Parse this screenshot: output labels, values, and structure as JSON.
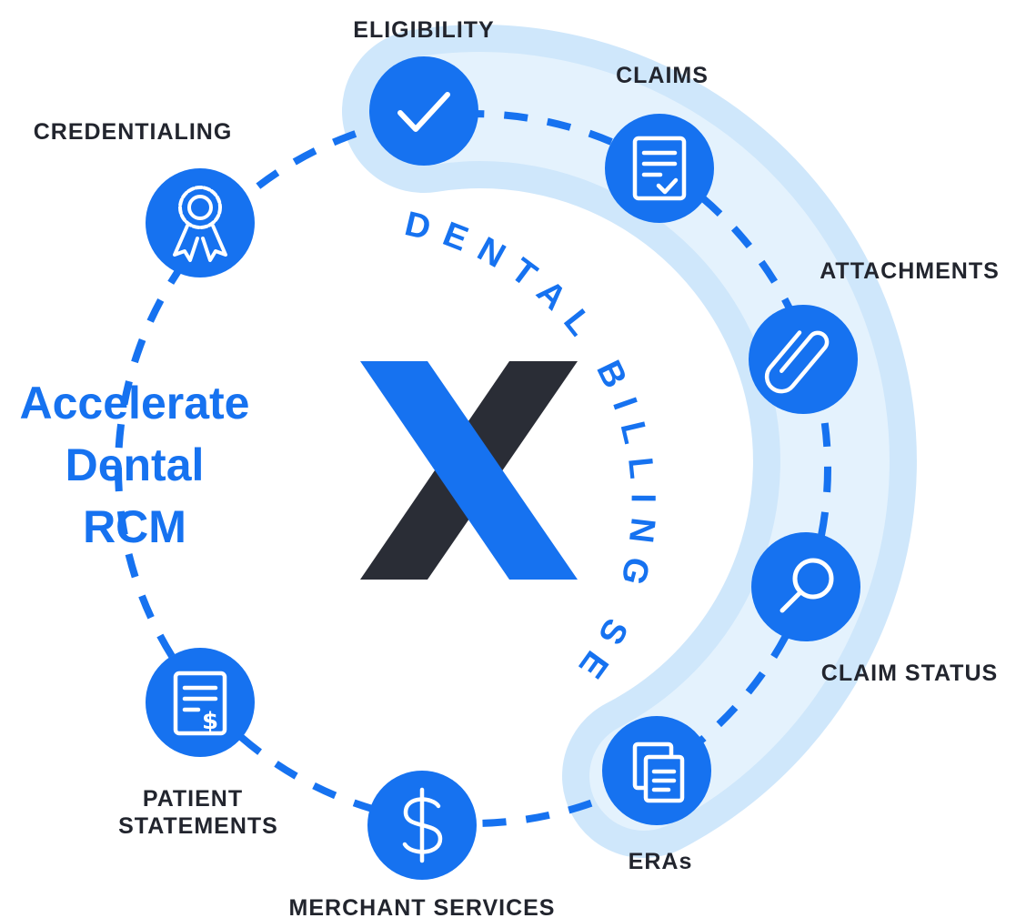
{
  "colors": {
    "accent": "#1672f0",
    "glow": "#cfe7fb",
    "dark": "#2a2d36",
    "label": "#22252e"
  },
  "arc_title": "DENTAL BILLING SERVICES",
  "headline": {
    "line1": "Accelerate",
    "line2": "Dental",
    "line3": "RCM"
  },
  "nodes": {
    "eligibility": {
      "label": "ELIGIBILITY",
      "icon": "checkmark-icon"
    },
    "claims": {
      "label": "CLAIMS",
      "icon": "document-check-icon"
    },
    "attachments": {
      "label": "ATTACHMENTS",
      "icon": "paperclip-icon"
    },
    "claim_status": {
      "label": "CLAIM STATUS",
      "icon": "magnifier-icon"
    },
    "eras": {
      "label": "ERAs",
      "icon": "documents-stack-icon"
    },
    "merchant_services": {
      "label": "MERCHANT SERVICES",
      "icon": "dollar-icon"
    },
    "patient_statements": {
      "label_line1": "PATIENT",
      "label_line2": "STATEMENTS",
      "icon": "invoice-dollar-icon"
    },
    "credentialing": {
      "label": "CREDENTIALING",
      "icon": "award-ribbon-icon"
    }
  }
}
